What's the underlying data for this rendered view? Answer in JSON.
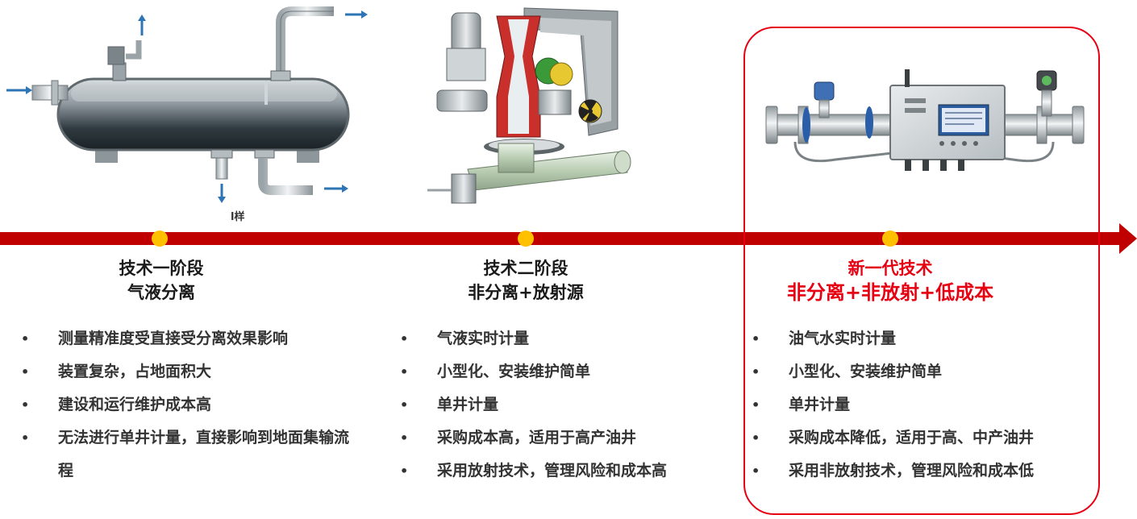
{
  "stages": [
    {
      "title": "技术一阶段",
      "subtitle": "气液分离",
      "features": [
        "测量精准度受直接受分离效果影响",
        "装置复杂，占地面积大",
        "建设和运行维护成本高",
        "无法进行单井计量，直接影响到地面集输流程"
      ]
    },
    {
      "title": "技术二阶段",
      "subtitle": "非分离+放射源",
      "features": [
        "气液实时计量",
        "小型化、安装维护简单",
        "单井计量",
        "采购成本高，适用于高产油井",
        "采用放射技术，管理风险和成本高"
      ]
    },
    {
      "title": "新一代技术",
      "subtitle": "非分离+非放射+低成本",
      "features": [
        "油气水实时计量",
        "小型化、安装维护简单",
        "单井计量",
        "采购成本降低，适用于高、中产油井",
        "采用非放射技术，管理风险和成本低"
      ]
    }
  ],
  "caption_fragment": "l样",
  "colors": {
    "timeline": "#c00000",
    "dot": "#ffc000",
    "highlight": "#e60012"
  }
}
